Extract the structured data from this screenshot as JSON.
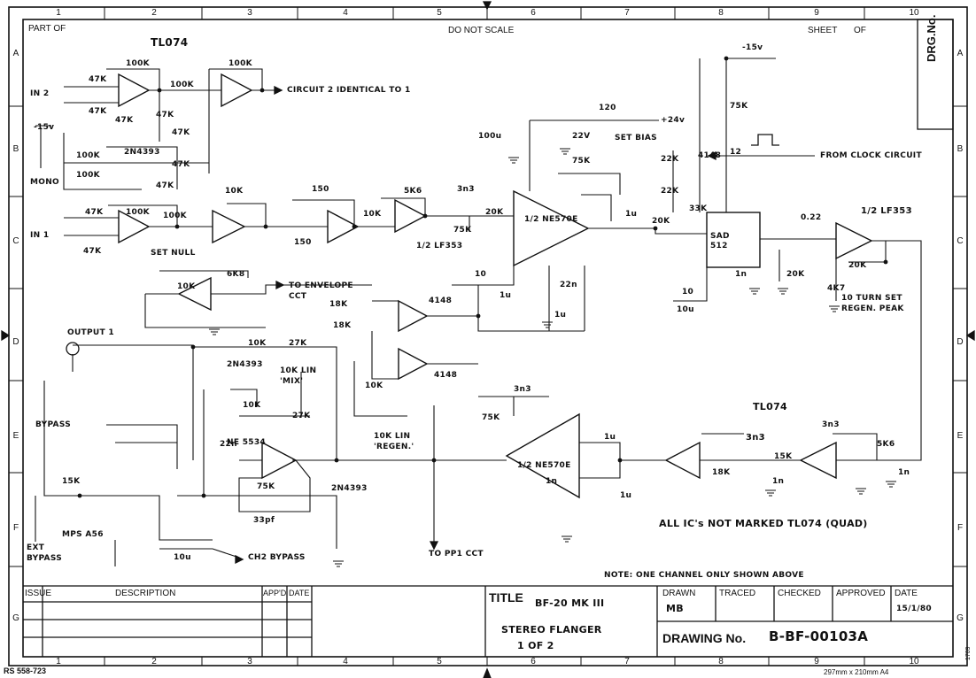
{
  "border": {
    "col_numbers": [
      "1",
      "2",
      "3",
      "4",
      "5",
      "6",
      "7",
      "8",
      "9",
      "10"
    ],
    "row_letters": [
      "A",
      "B",
      "C",
      "D",
      "E",
      "F",
      "G"
    ],
    "part_of": "PART OF",
    "do_not_scale": "DO NOT SCALE",
    "sheet": "SHEET",
    "of": "OF",
    "drg_no": "DRG.No.",
    "form_number": "RS 558-723",
    "paper_size": "297mm x 210mm A4",
    "side_code": "1709"
  },
  "schematic": {
    "ic_top_left": "TL074",
    "ic_right_bottom": "TL074",
    "inputs": {
      "in2": "IN 2",
      "in1": "IN 1",
      "mono": "MONO",
      "neg15": "-15v"
    },
    "circuit2_note": "CIRCUIT 2 IDENTICAL TO 1",
    "set_null": "SET NULL",
    "envelope": "TO ENVELOPE CCT",
    "output1": "OUTPUT 1",
    "bypass": "BYPASS",
    "ext_bypass": "EXT BYPASS",
    "ch2_bypass": "CH2 BYPASS",
    "mix": "10K LIN 'MIX'",
    "regen": "10K LIN 'REGEN.'",
    "to_pp1": "TO PP1 CCT",
    "ne570_top": "1/2 NE570E",
    "ne570_bot": "1/2 NE570E",
    "ne5534": "NE 5534",
    "lf353_a": "1/2 LF353",
    "lf353_b": "1/2 LF353",
    "sad512": "SAD 512",
    "set_bias": "SET BIAS",
    "plus24": "+24v",
    "neg15_top": "-15v",
    "clock": "FROM CLOCK CIRCUIT",
    "set_regen_peak": "10 TURN SET REGEN. PEAK",
    "transistor_2n4393_a": "2N4393",
    "transistor_2n4393_b": "2N4393",
    "transistor_2n4393_c": "2N4393",
    "mps": "MPS A56",
    "all_ics": "ALL IC's NOT MARKED TL074 (QUAD)",
    "note": "NOTE: ONE CHANNEL ONLY SHOWN ABOVE",
    "components": [
      "100K",
      "100K",
      "100K",
      "47K",
      "47K",
      "47K",
      "47K",
      "47K",
      "47K",
      "47K",
      "47K",
      "47K",
      "100K",
      "100K",
      "100K",
      "100K",
      "10K",
      "10K",
      "10K",
      "10K",
      "10K",
      "10K",
      "27K",
      "27K",
      "15K",
      "15K",
      "18K",
      "18K",
      "18K",
      "20K",
      "20K",
      "20K",
      "20K",
      "75K",
      "75K",
      "75K",
      "75K",
      "75K",
      "22K",
      "22K",
      "33K",
      "10",
      "10",
      "120",
      "150",
      "150",
      "3n3",
      "3n3",
      "3n3",
      "3n3",
      "1n",
      "1n",
      "1n",
      "1n",
      "22n",
      "22n",
      "1u",
      "1u",
      "1u",
      "1u",
      "1u",
      "10u",
      "10u",
      "100u",
      "33pf",
      "0.22",
      "5K6",
      "5K6",
      "6K8",
      "4K7",
      "22V",
      "4148",
      "4148",
      "4148",
      "12"
    ]
  },
  "title_block": {
    "issue": "ISSUE",
    "description": "DESCRIPTION",
    "appd": "APP'D",
    "date": "DATE",
    "title_label": "TITLE",
    "title_line1": "BF-20 MK III",
    "title_line2": "STEREO FLANGER",
    "title_line3": "1 OF 2",
    "drawn": "DRAWN",
    "drawn_by": "MB",
    "traced": "TRACED",
    "checked": "CHECKED",
    "approved": "APPROVED",
    "date2": "DATE",
    "date_value": "15/1/80",
    "drawing_no_label": "DRAWING No.",
    "drawing_no": "B-BF-00103A"
  }
}
